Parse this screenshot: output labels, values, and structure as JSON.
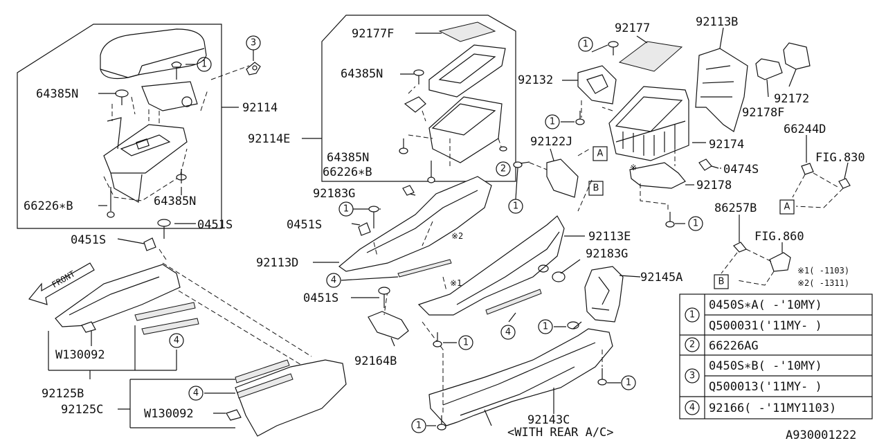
{
  "diagram_id": "A930001222",
  "labels": {
    "p92114": "92114",
    "p64385N_a": "64385N",
    "p64385N_b": "64385N",
    "p66226B_a": "66226∗B",
    "p92114E": "92114E",
    "p92177F": "92177F",
    "p64385N_c": "64385N",
    "p64385N_d": "64385N",
    "p66226B_b": "66226∗B",
    "p92177": "92177",
    "p92113B": "92113B",
    "p92132": "92132",
    "p92172": "92172",
    "p92178F": "92178F",
    "p66244D": "66244D",
    "p92174": "92174",
    "p92122J": "92122J",
    "p0474S": "0474S",
    "p92178": "92178",
    "pFIG830": "FIG.830",
    "p92183G_a": "92183G",
    "p0451S_a": "0451S",
    "p0451S_b": "0451S",
    "p0451S_c": "0451S",
    "p0451S_d": "0451S",
    "p92113D": "92113D",
    "p92113E": "92113E",
    "p92183G_b": "92183G",
    "p92145A": "92145A",
    "p86257B": "86257B",
    "pFIG860": "FIG.860",
    "pW130092_a": "W130092",
    "pW130092_b": "W130092",
    "p92125B": "92125B",
    "p92125C": "92125C",
    "p92164B": "92164B",
    "p92143C": "92143C",
    "with_rear_ac": "<WITH REAR A/C>",
    "front": "FRONT",
    "note1": "※1( -1103)",
    "note2": "※2( -1311)",
    "mark1": "※1",
    "mark2": "※2",
    "star": "※"
  },
  "callouts": {
    "one": "1",
    "two": "2",
    "three": "3",
    "four": "4",
    "A": "A",
    "B": "B"
  },
  "legend": [
    {
      "key": "1",
      "rows": [
        "0450S∗A( -'10MY)",
        "Q500031('11MY- )"
      ]
    },
    {
      "key": "2",
      "rows": [
        "66226AG"
      ]
    },
    {
      "key": "3",
      "rows": [
        "0450S∗B( -'10MY)",
        "Q500013('11MY- )"
      ]
    },
    {
      "key": "4",
      "rows": [
        "92166( -'11MY1103)"
      ]
    }
  ],
  "colors": {
    "line": "#111111",
    "background": "#ffffff",
    "shade": "#e9e9e9"
  }
}
